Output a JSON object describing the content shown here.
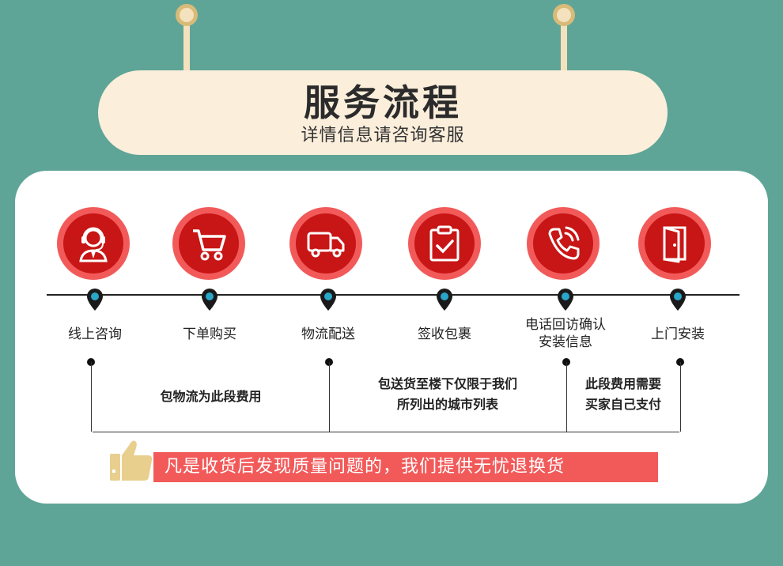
{
  "header": {
    "title": "服务流程",
    "subtitle": "详情信息请咨询客服"
  },
  "steps": [
    {
      "icon": "customer-service-icon",
      "label": "线上咨询"
    },
    {
      "icon": "shopping-cart-icon",
      "label": "下单购买"
    },
    {
      "icon": "delivery-truck-icon",
      "label": "物流配送"
    },
    {
      "icon": "clipboard-check-icon",
      "label": "签收包裹"
    },
    {
      "icon": "phone-call-icon",
      "label_line1": "电话回访确认",
      "label_line2": "安装信息"
    },
    {
      "icon": "door-icon",
      "label": "上门安装"
    }
  ],
  "notes": {
    "note1": "包物流为此段费用",
    "note2_line1": "包送货至楼下仅限于我们",
    "note2_line2": "所列出的城市列表",
    "note3_line1": "此段费用需要",
    "note3_line2": "买家自己支付"
  },
  "banner": {
    "text": "凡是收货后发现质量问题的，我们提供无忧退换货"
  },
  "colors": {
    "background": "#5fa597",
    "sign": "#fbeedb",
    "accent_red": "#f25a5a",
    "dark_red": "#c81515",
    "pin_blue": "#2aa6c9"
  }
}
